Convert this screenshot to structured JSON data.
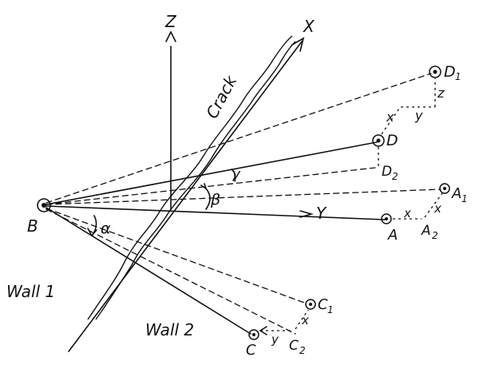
{
  "labels": {
    "z_axis": "Z",
    "x_axis": "X",
    "y_axis": "Y",
    "crack": "Crack",
    "point_b": "B",
    "point_a": "A",
    "point_a1": "A",
    "point_a1_sub": "1",
    "point_a2": "A",
    "point_a2_sub": "2",
    "point_c": "C",
    "point_c1": "C",
    "point_c1_sub": "1",
    "point_c2": "C",
    "point_c2_sub": "2",
    "point_d": "D",
    "point_d1": "D",
    "point_d1_sub": "1",
    "point_d2": "D",
    "point_d2_sub": "2",
    "angle_alpha": "α",
    "angle_beta": "β",
    "angle_gamma": "γ",
    "disp_x_a": "x",
    "disp_x_a2": "x",
    "disp_x_c": "x",
    "disp_y_c": "y",
    "disp_x_d": "x",
    "disp_y_d": "y",
    "disp_z_d": "z",
    "wall1": "Wall 1",
    "wall2": "Wall 2"
  }
}
